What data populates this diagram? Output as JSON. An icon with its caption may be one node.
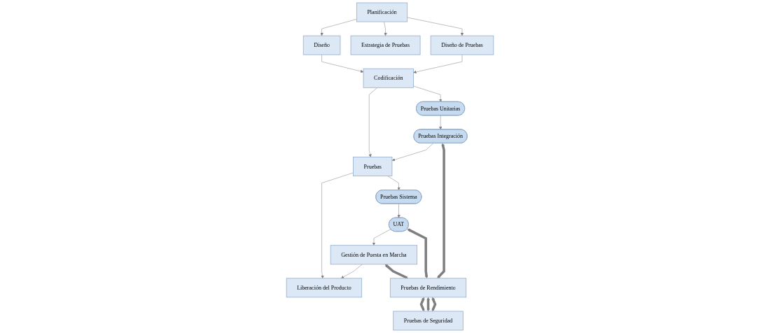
{
  "diagram": {
    "nodes": [
      {
        "text": [
          "Planificación"
        ]
      },
      {
        "text": [
          "Estrategia de Pruebas"
        ]
      },
      {
        "text": [
          "Diseño"
        ]
      },
      {
        "text": [
          "Diseño de Pruebas"
        ]
      },
      {
        "text": [
          "Codificación"
        ]
      },
      {
        "text": [
          "Pruebas Unitarias"
        ]
      },
      {
        "text": [
          "Pruebas Integración"
        ]
      },
      {
        "text": [
          "Pruebas"
        ]
      },
      {
        "text": [
          "Pruebas Sistema"
        ]
      },
      {
        "text": [
          "UAT"
        ]
      },
      {
        "text": [
          "Liberación del Producto"
        ]
      },
      {
        "text": [
          "Gestión de Puesta en Marcha"
        ]
      },
      {
        "text": [
          "Pruebas de Rendimiento"
        ]
      },
      {
        "text": [
          "Pruebas de Seguridad"
        ]
      }
    ],
    "edges": [
      {
        "from": 0,
        "to": 2,
        "arrow": "to"
      },
      {
        "from": 0,
        "to": 1,
        "arrow": "to"
      },
      {
        "from": 0,
        "to": 3,
        "arrow": "to"
      },
      {
        "from": 2,
        "to": 4,
        "arrow": "to"
      },
      {
        "from": 3,
        "to": 4,
        "arrow": "to"
      },
      {
        "from": 4,
        "to": 7,
        "arrow": "to"
      },
      {
        "from": 4,
        "to": 5,
        "arrow": "to"
      },
      {
        "from": 5,
        "to": 6,
        "arrow": "to"
      },
      {
        "from": 6,
        "to": 7,
        "arrow": "to"
      },
      {
        "from": 7,
        "to": 10,
        "arrow": "to"
      },
      {
        "from": 7,
        "to": 8,
        "arrow": "to"
      },
      {
        "from": 8,
        "to": 9,
        "arrow": "to"
      },
      {
        "from": 9,
        "to": 11,
        "arrow": "to"
      },
      {
        "from": 11,
        "to": 10,
        "arrow": "to"
      },
      {
        "from": 6,
        "to": 12,
        "arrow": "both",
        "style": "thick"
      },
      {
        "from": 9,
        "to": 12,
        "arrow": "both",
        "style": "thick"
      },
      {
        "from": 11,
        "to": 12,
        "arrow": "both",
        "style": "thick"
      },
      {
        "from": 12,
        "to": 13,
        "arrow": "both",
        "style": "thick"
      },
      {
        "from": 12,
        "to": 13,
        "arrow": "both",
        "style": "thick"
      },
      {
        "from": 12,
        "to": 13,
        "arrow": "both",
        "style": "thick"
      }
    ]
  }
}
